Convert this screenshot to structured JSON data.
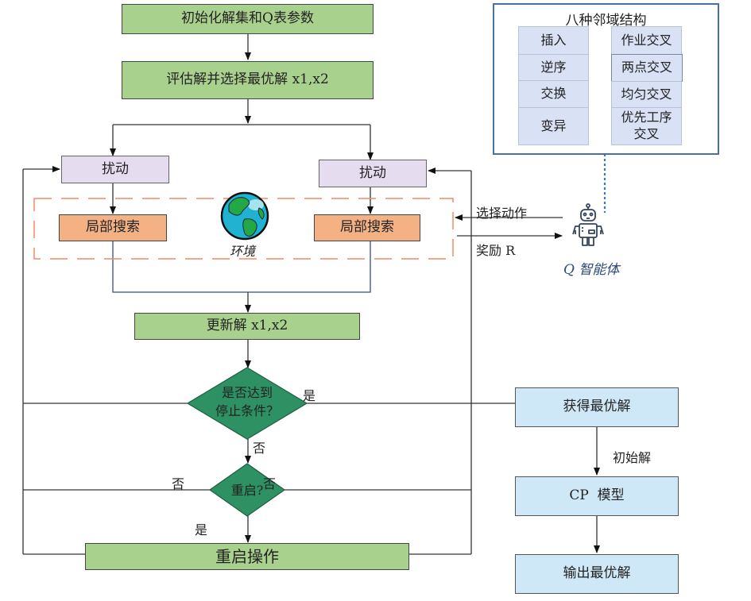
{
  "flow": {
    "init": "初始化解集和Q表参数",
    "evaluate": "评估解并选择最优解 x1,x2",
    "perturb_left": "扰动",
    "perturb_right": "扰动",
    "local_search_left": "局部搜索",
    "local_search_right": "局部搜索",
    "environment_label": "环境",
    "update": "更新解 x1,x2",
    "stop_decision": "是否达到停止条件？",
    "stop_yes": "是",
    "stop_no": "否",
    "restart_decision": "重启?",
    "restart_no_left": "否",
    "restart_no_right": "否",
    "restart_yes": "是",
    "restart_action": "重启操作"
  },
  "agent": {
    "select_action": "选择动作",
    "reward": "奖励 R",
    "name": "Q 智能体"
  },
  "neighborhood": {
    "title": "八种邻域结构",
    "left": [
      "插入",
      "逆序",
      "交换",
      "变异"
    ],
    "right": [
      "作业交叉",
      "两点交叉",
      "均匀交叉",
      "优先工序交叉"
    ]
  },
  "output_flow": {
    "best": "获得最优解",
    "edge_label": "初始解",
    "cp_model": "CP  模型",
    "output": "输出最优解"
  },
  "colors": {
    "process_green": "#a9d18e",
    "decision_green": "#2e9163",
    "perturb_lilac": "#e6dcef",
    "search_orange": "#f4b183",
    "env_dash": "#f08a6a",
    "output_blue": "#cfe8f8",
    "neighborhood_border": "#4a6fa5",
    "cell_blue": "#d9e1f4"
  }
}
